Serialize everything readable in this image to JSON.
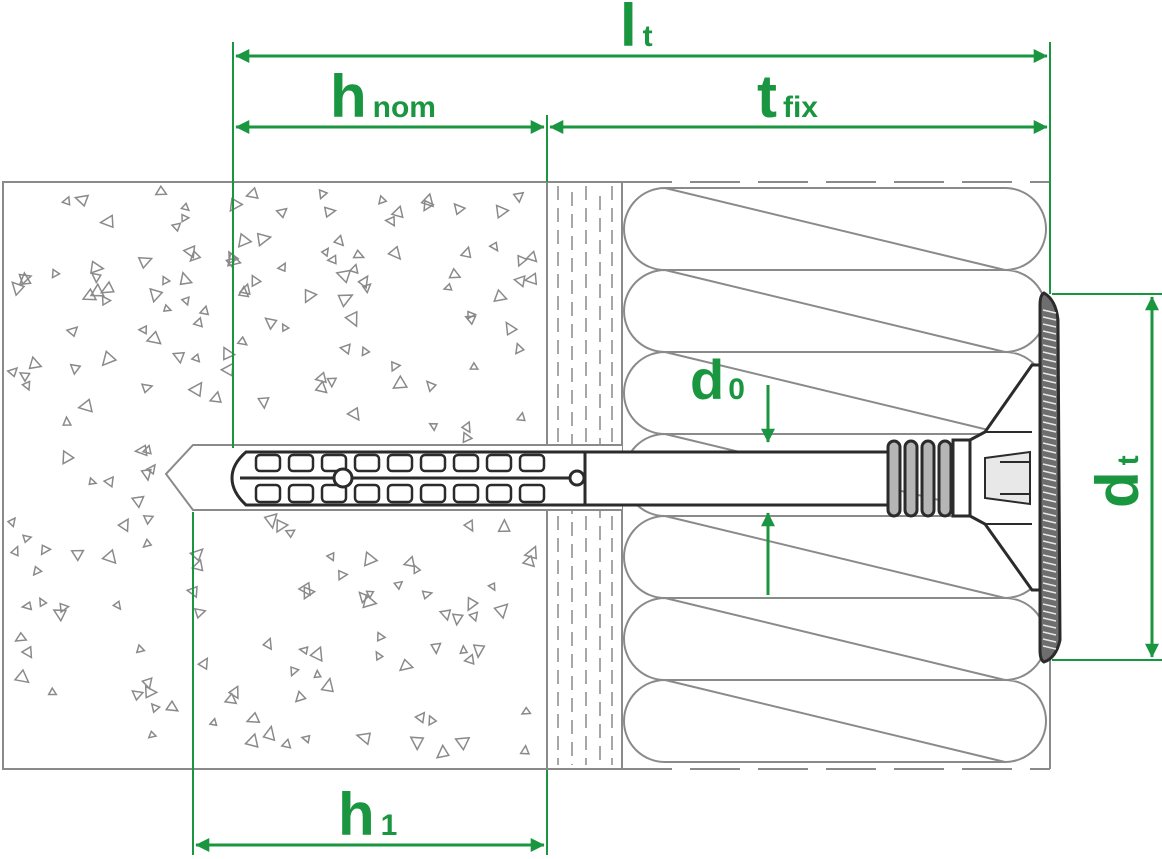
{
  "colors": {
    "dimension": "#1a9641",
    "outline": "#8a8a8a",
    "stroke_dark": "#2b2b2b",
    "fill_dark": "#6e6e6e",
    "fill_mid": "#b5b5b5",
    "fill_light": "#e8e8e8",
    "background": "#ffffff"
  },
  "labels": {
    "l_main": "l",
    "l_sub": "t",
    "hnom_main": "h",
    "hnom_sub": "nom",
    "tfix_main": "t",
    "tfix_sub": "fix",
    "d0_main": "d",
    "d0_sub": "0",
    "dt_main": "d",
    "dt_sub": "t",
    "h1_main": "h",
    "h1_sub": "1"
  }
}
